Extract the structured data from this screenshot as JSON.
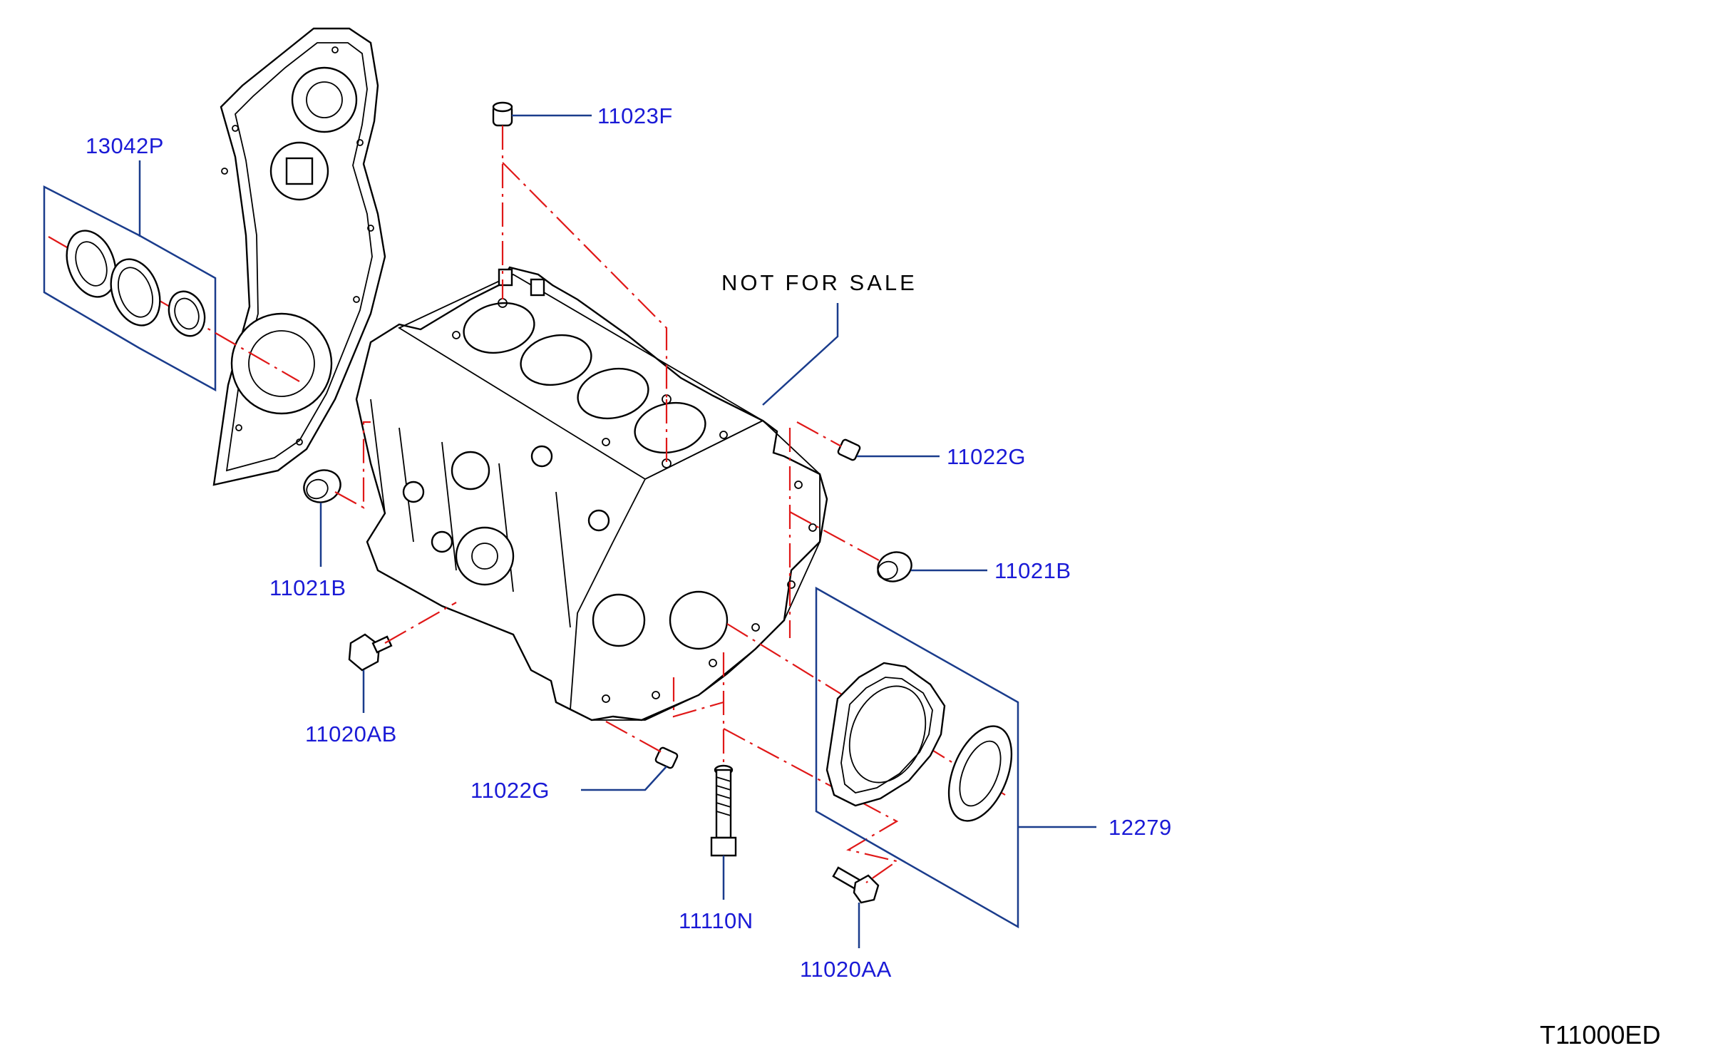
{
  "labels": {
    "p_13042P": "13042P",
    "p_11023F": "11023F",
    "p_11022G_upper": "11022G",
    "p_11021B_right": "11021B",
    "p_11021B_left": "11021B",
    "p_11020AB": "11020AB",
    "p_11022G_lower": "11022G",
    "p_11110N": "11110N",
    "p_11020AA": "11020AA",
    "p_12279": "12279",
    "not_for_sale": "NOT FOR SALE",
    "diagram_code": "T11000ED"
  },
  "colors": {
    "label_text": "#1a1ad6",
    "leader_line": "#1a3c8c",
    "centerline": "#e01818",
    "outline": "#000000"
  }
}
